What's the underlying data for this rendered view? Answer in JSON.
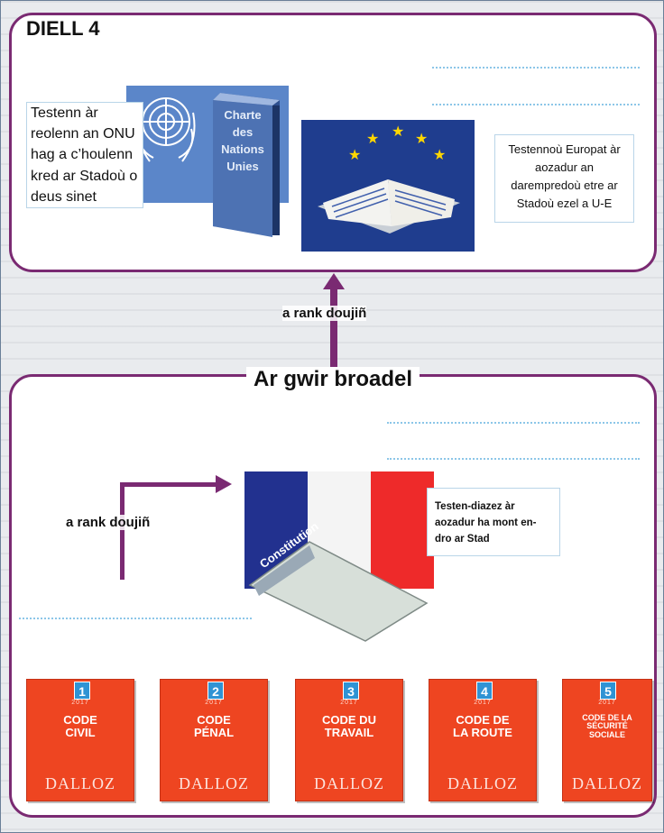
{
  "top_panel": {
    "title": "DIELL 4",
    "un_note": "Testenn àr reolenn an ONU hag a c’houlenn kred ar Stadoù o deus sinet",
    "un_book_label": "Charte des Nations Unies",
    "eu_note": "Testennoù Europat àr aozadur an darempredoù etre ar Stadoù ezel a U-E"
  },
  "arrow_top_label": "a rank doujiñ",
  "bottom_panel": {
    "title": "Ar gwir broadel",
    "arrow_left_label": "a rank doujiñ",
    "fr_note": "Testen-diazez àr aozadur ha mont en-dro ar Stad",
    "constitution_label": "Constitution",
    "codes": [
      {
        "number": "1",
        "edition": "2017",
        "title": "CODE CIVIL",
        "sub": "",
        "publisher": "DALLOZ"
      },
      {
        "number": "2",
        "edition": "2017",
        "title": "CODE PÉNAL",
        "sub": "",
        "publisher": "DALLOZ"
      },
      {
        "number": "3",
        "edition": "2017",
        "title": "CODE DU TRAVAIL",
        "sub": "",
        "publisher": "DALLOZ"
      },
      {
        "number": "4",
        "edition": "2017",
        "title": "CODE DE LA ROUTE",
        "sub": "",
        "publisher": "DALLOZ"
      },
      {
        "number": "5",
        "edition": "2017",
        "title": "CODE DE LA SÉCURITÉ SOCIALE",
        "sub": "",
        "publisher": "DALLOZ"
      }
    ]
  },
  "colors": {
    "frame": "#7a2a72",
    "arrow": "#7a2a72",
    "code_red": "#ee4521",
    "number_blue": "#2f93d4",
    "note_border": "#b9d5e8"
  }
}
